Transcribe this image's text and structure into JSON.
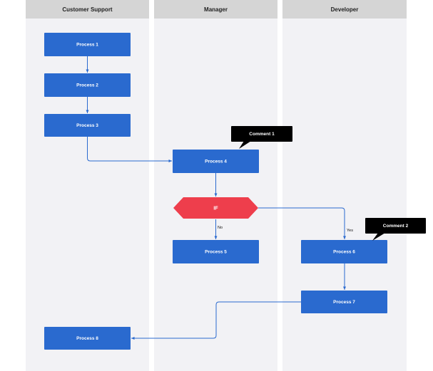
{
  "lanes": [
    {
      "id": "cs",
      "title": "Customer Support"
    },
    {
      "id": "mgr",
      "title": "Manager"
    },
    {
      "id": "dev",
      "title": "Developer"
    }
  ],
  "nodes": {
    "p1": "Process 1",
    "p2": "Process 2",
    "p3": "Process 3",
    "p4": "Process 4",
    "dec": "IF",
    "p5": "Process 5",
    "p6": "Process 6",
    "p7": "Process 7",
    "p8": "Process 8"
  },
  "edge_labels": {
    "no": "No",
    "yes": "Yes"
  },
  "comments": {
    "c1": "Comment 1",
    "c2": "Comment 2"
  },
  "colors": {
    "process": "#2a6acf",
    "decision": "#ee3e4c",
    "lane_background": "#f2f2f5",
    "lane_header": "#d5d5d5",
    "comment": "#000000"
  }
}
